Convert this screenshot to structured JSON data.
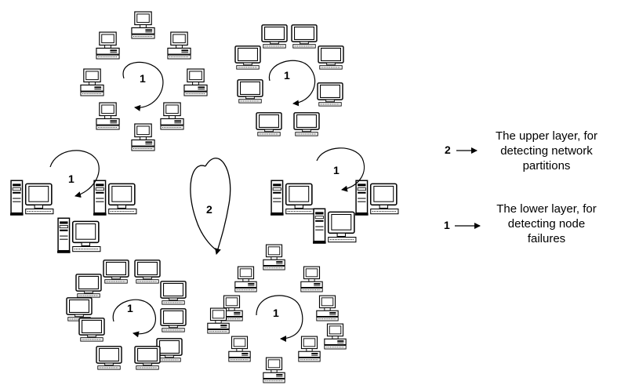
{
  "layer_labels": {
    "lower": "1",
    "upper": "2"
  },
  "legend": {
    "upper": {
      "number": "2",
      "lines": [
        "The upper layer, for",
        "detecting network",
        "partitions"
      ]
    },
    "lower": {
      "number": "1",
      "lines": [
        "The lower layer, for",
        "detecting node",
        "failures"
      ]
    }
  },
  "groups": [
    {
      "id": "ring-top-left",
      "layer": "lower",
      "station_style": "desktop",
      "station_count": 8
    },
    {
      "id": "ring-top-right",
      "layer": "lower",
      "station_style": "monitor",
      "station_count": 8
    },
    {
      "id": "cluster-mid-left",
      "layer": "lower",
      "station_style": "tower",
      "station_count": 3
    },
    {
      "id": "cluster-mid-right",
      "layer": "lower",
      "station_style": "tower",
      "station_count": 3
    },
    {
      "id": "ring-bottom-left",
      "layer": "lower",
      "station_style": "monitor",
      "station_count": 10
    },
    {
      "id": "ring-bottom-right",
      "layer": "lower",
      "station_style": "desktop",
      "station_count": 10
    }
  ]
}
